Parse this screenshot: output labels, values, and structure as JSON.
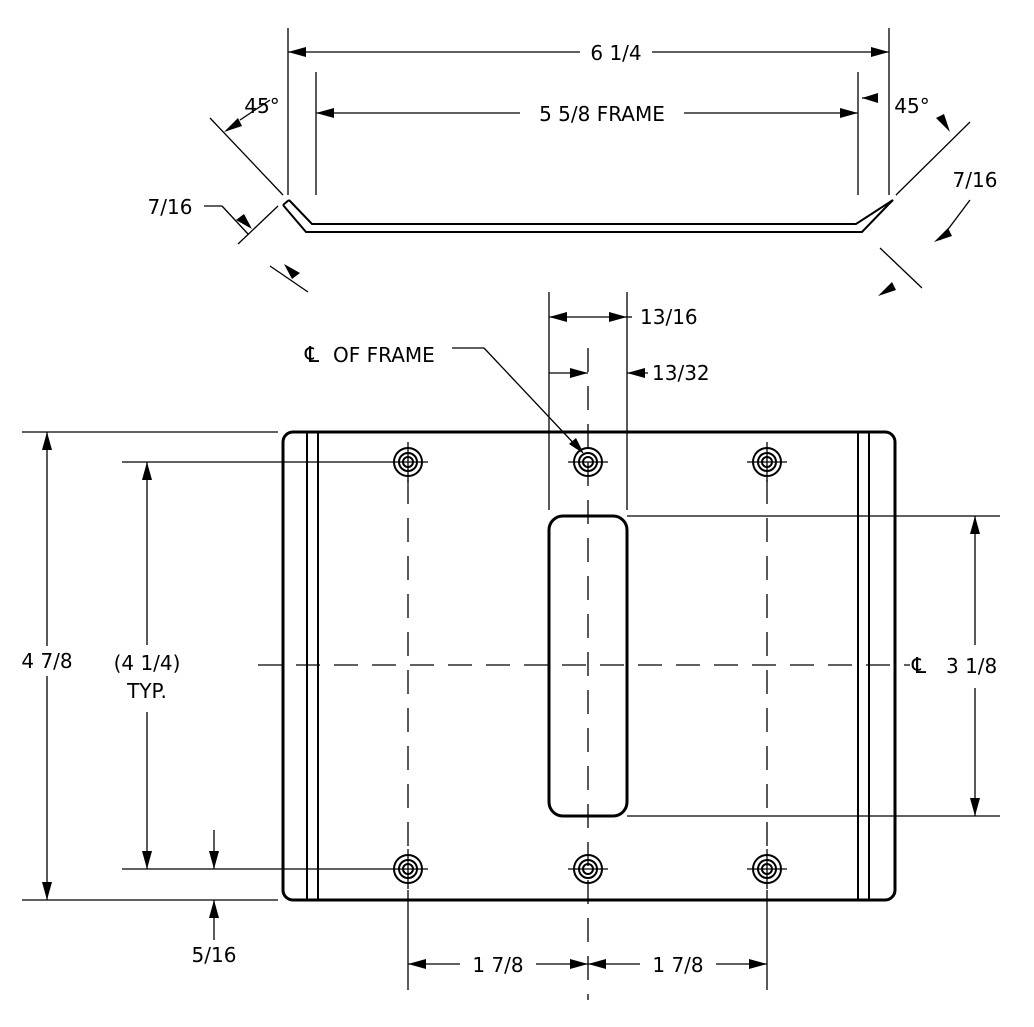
{
  "dims": {
    "overall_width": "6 1/4",
    "frame_width": "5 5/8 FRAME",
    "angle_left": "45°",
    "angle_right": "45°",
    "flange_left": "7/16",
    "flange_right": "7/16",
    "slot_width": "13/16",
    "slot_half": "13/32",
    "overall_height": "4 7/8",
    "hole_spacing_v": "(4 1/4)",
    "hole_spacing_v_note": "TYP.",
    "edge_offset": "5/16",
    "slot_height": "3 1/8",
    "hole_spacing_h_left": "1 7/8",
    "hole_spacing_h_right": "1 7/8"
  },
  "notes": {
    "centerline_symbol": "℄",
    "frame_center": "OF FRAME"
  }
}
